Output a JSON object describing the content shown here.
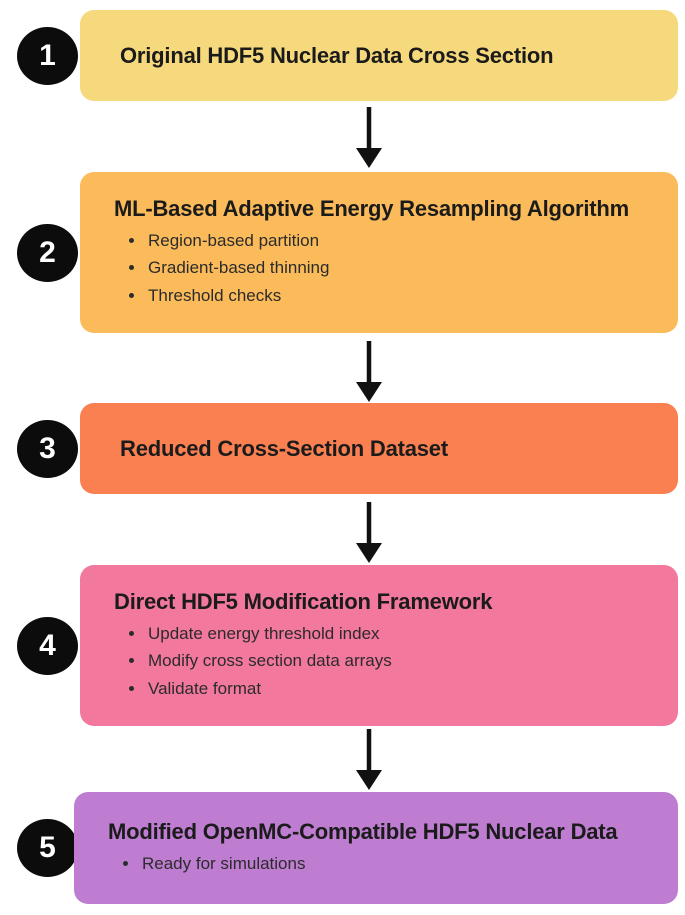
{
  "steps": [
    {
      "number": "1",
      "title": "Original HDF5 Nuclear Data Cross Section",
      "bullets": [],
      "color": "#F6D97C"
    },
    {
      "number": "2",
      "title": "ML-Based Adaptive Energy Resampling Algorithm",
      "bullets": [
        "Region-based partition",
        "Gradient-based thinning",
        "Threshold checks"
      ],
      "color": "#FBBB5A"
    },
    {
      "number": "3",
      "title": "Reduced Cross-Section Dataset",
      "bullets": [],
      "color": "#FB8051"
    },
    {
      "number": "4",
      "title": "Direct HDF5 Modification Framework",
      "bullets": [
        "Update energy threshold index",
        "Modify cross section data arrays",
        "Validate format"
      ],
      "color": "#F3789D"
    },
    {
      "number": "5",
      "title": "Modified OpenMC-Compatible HDF5 Nuclear Data",
      "bullets": [
        "Ready for simulations"
      ],
      "color": "#BE7DD1"
    }
  ],
  "badge": {
    "bg": "#0c0c0c",
    "text_color": "#ffffff"
  },
  "arrow_color": "#111111",
  "title_color": "#1b1b1b"
}
